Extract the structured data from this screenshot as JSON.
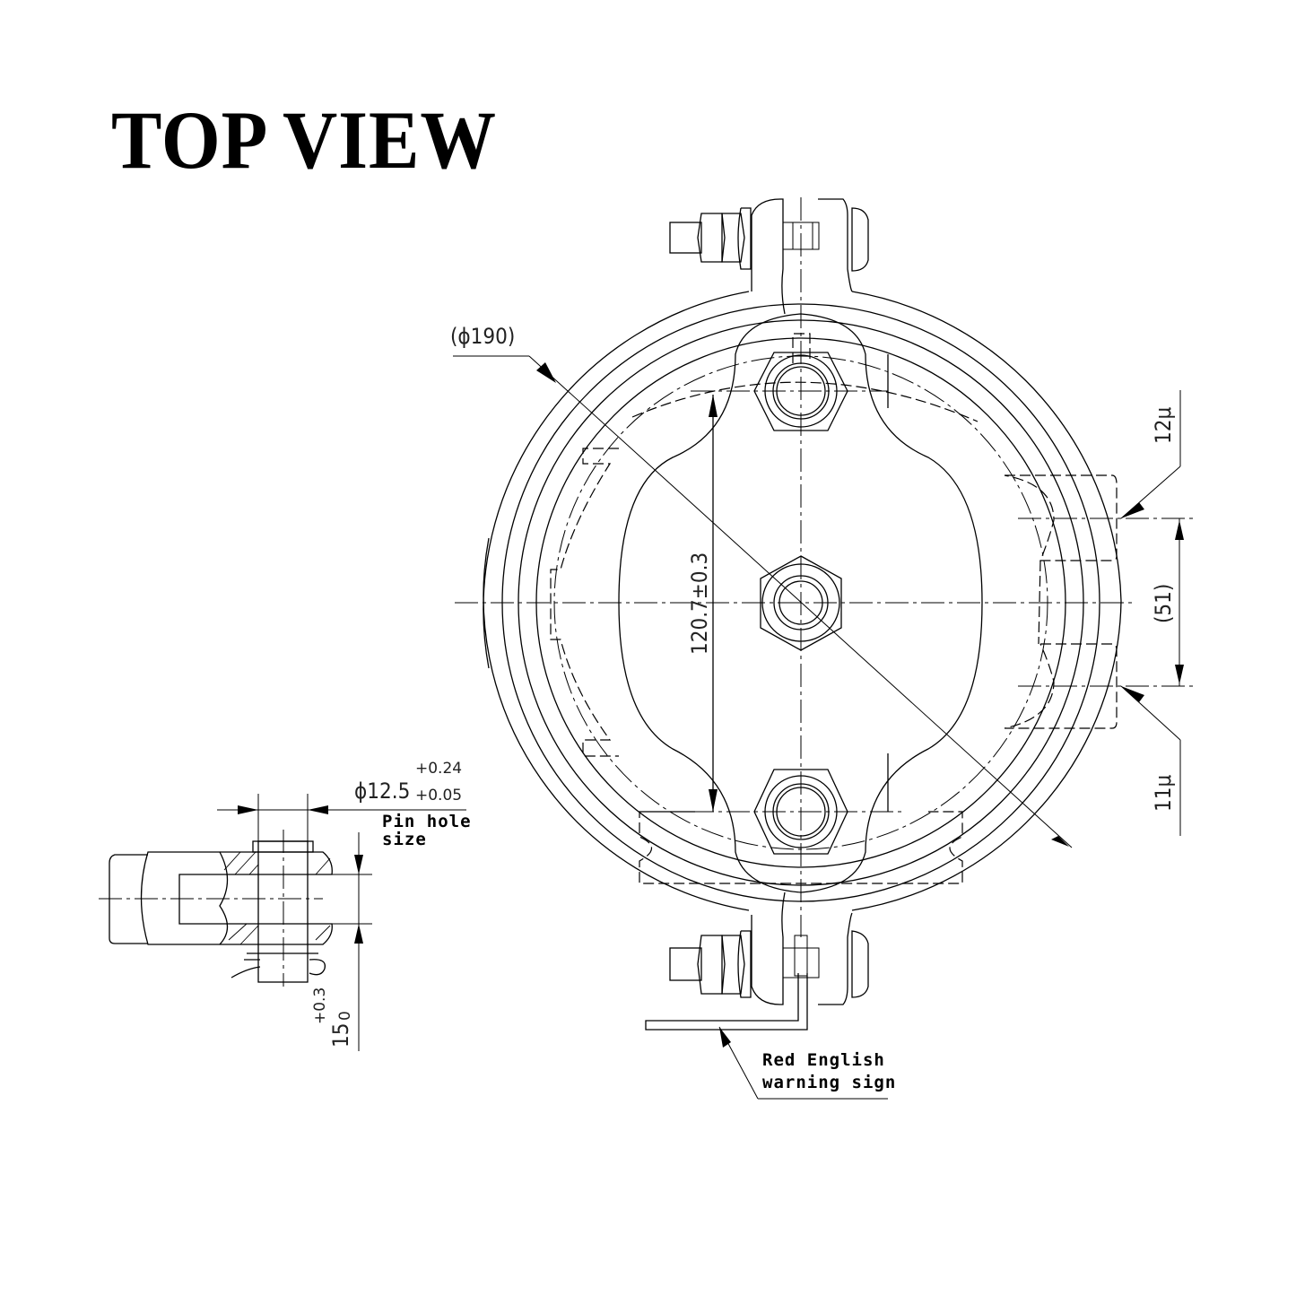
{
  "title": "TOP VIEW",
  "dimensions": {
    "outer_diameter": "(ϕ190)",
    "bolt_spacing": "120.7±0.3",
    "port_spacing": "(51)",
    "upper_port": "12μ",
    "lower_port": "11μ",
    "pin_hole_nominal": "ϕ12.5",
    "pin_hole_upper_tol": "+0.24",
    "pin_hole_lower_tol": "+0.05",
    "clevis_width_nominal": "15",
    "clevis_width_upper_tol": "+0.3",
    "clevis_width_lower_tol": "0"
  },
  "notes": {
    "pin_hole_line1": "Pin hole",
    "pin_hole_line2": "size",
    "warning_line1": "Red English",
    "warning_line2": "warning sign"
  },
  "colors": {
    "line": "#000000",
    "background": "#ffffff"
  }
}
